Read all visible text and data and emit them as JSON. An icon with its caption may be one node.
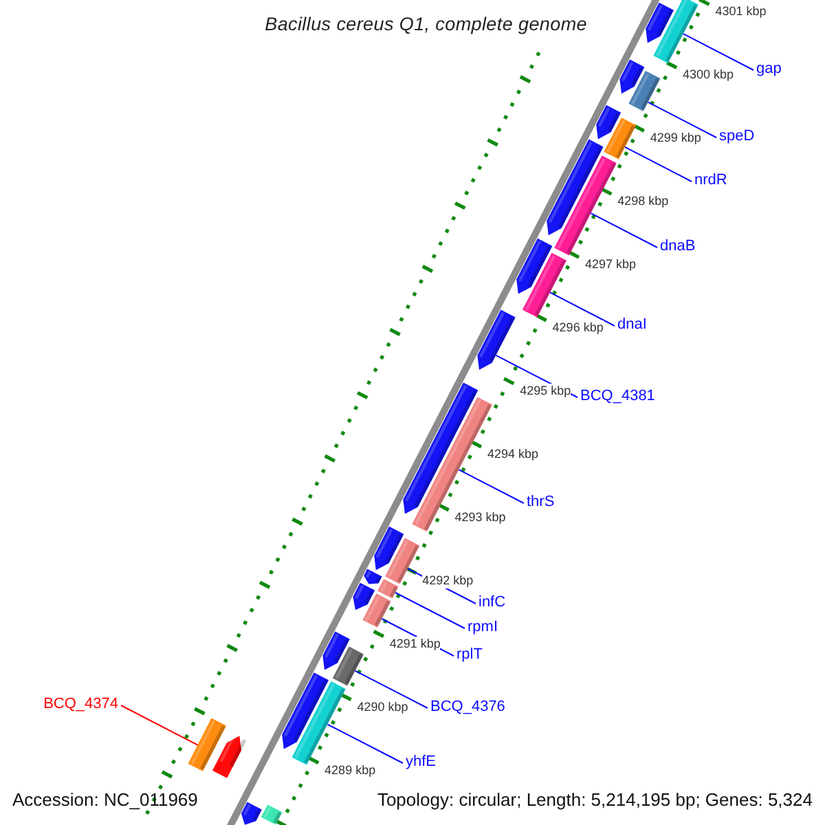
{
  "diagram": {
    "title": "Bacillus cereus Q1, complete genome",
    "nodes": [
      {
        "text": [
          "gap"
        ]
      },
      {
        "text": [
          "speD"
        ]
      },
      {
        "text": [
          "nrdR"
        ]
      },
      {
        "text": [
          "dnaB"
        ]
      },
      {
        "text": [
          "dnaI"
        ]
      },
      {
        "text": [
          "BCQ_4381"
        ]
      },
      {
        "text": [
          "thrS"
        ]
      },
      {
        "text": [
          "infC"
        ]
      },
      {
        "text": [
          "rpmI"
        ]
      },
      {
        "text": [
          "rplT"
        ]
      },
      {
        "text": [
          "BCQ_4376"
        ]
      },
      {
        "text": [
          "yhfE"
        ]
      },
      {
        "text": [
          "BCQ_4374"
        ]
      },
      {
        "text": [],
        "shape": "arrow"
      },
      {
        "text": [],
        "shape": "bar"
      },
      {
        "text": [],
        "shape": "arrow"
      },
      {
        "text": [],
        "shape": "bar"
      },
      {
        "text": [],
        "shape": "arrow"
      },
      {
        "text": [],
        "shape": "bar"
      },
      {
        "text": [],
        "shape": "arrow"
      },
      {
        "text": [],
        "shape": "bar"
      },
      {
        "text": [],
        "shape": "arrow"
      },
      {
        "text": [],
        "shape": "bar"
      },
      {
        "text": [],
        "shape": "arrow"
      },
      {
        "text": [],
        "shape": "arrow"
      },
      {
        "text": [],
        "shape": "bar"
      },
      {
        "text": [],
        "shape": "arrow"
      },
      {
        "text": [],
        "shape": "bar"
      },
      {
        "text": [],
        "shape": "arrow"
      },
      {
        "text": [],
        "shape": "bar"
      },
      {
        "text": [],
        "shape": "arrow"
      },
      {
        "text": [],
        "shape": "bar"
      },
      {
        "text": [],
        "shape": "arrow"
      },
      {
        "text": [],
        "shape": "bar"
      },
      {
        "text": [],
        "shape": "arrow"
      },
      {
        "text": [],
        "shape": "bar"
      },
      {
        "text": [],
        "shape": "bar"
      },
      {
        "text": [],
        "shape": "arrow"
      },
      {
        "text": [],
        "shape": "arrow"
      },
      {
        "text": [],
        "shape": "bar"
      }
    ],
    "edges": [
      {
        "from": 0,
        "to": 14,
        "arrow": "none"
      },
      {
        "from": 1,
        "to": 16,
        "arrow": "none"
      },
      {
        "from": 2,
        "to": 18,
        "arrow": "none"
      },
      {
        "from": 3,
        "to": 20,
        "arrow": "none"
      },
      {
        "from": 4,
        "to": 22,
        "arrow": "none"
      },
      {
        "from": 5,
        "to": 23,
        "arrow": "none"
      },
      {
        "from": 6,
        "to": 25,
        "arrow": "none"
      },
      {
        "from": 7,
        "to": 27,
        "arrow": "none"
      },
      {
        "from": 8,
        "to": 29,
        "arrow": "none"
      },
      {
        "from": 9,
        "to": 31,
        "arrow": "none"
      },
      {
        "from": 10,
        "to": 33,
        "arrow": "none"
      },
      {
        "from": 11,
        "to": 35,
        "arrow": "none"
      },
      {
        "from": 12,
        "to": 36,
        "arrow": "none",
        "color": "#ff0000"
      }
    ],
    "labels": [
      "4301 kbp",
      "4300 kbp",
      "4299 kbp",
      "4298 kbp",
      "4297 kbp",
      "4296 kbp",
      "4295 kbp",
      "4294 kbp",
      "4293 kbp",
      "4292 kbp",
      "4291 kbp",
      "4290 kbp",
      "4289 kbp",
      "Accession: NC_011969",
      "Topology: circular; Length: 5,214,195 bp; Genes: 5,324"
    ]
  }
}
